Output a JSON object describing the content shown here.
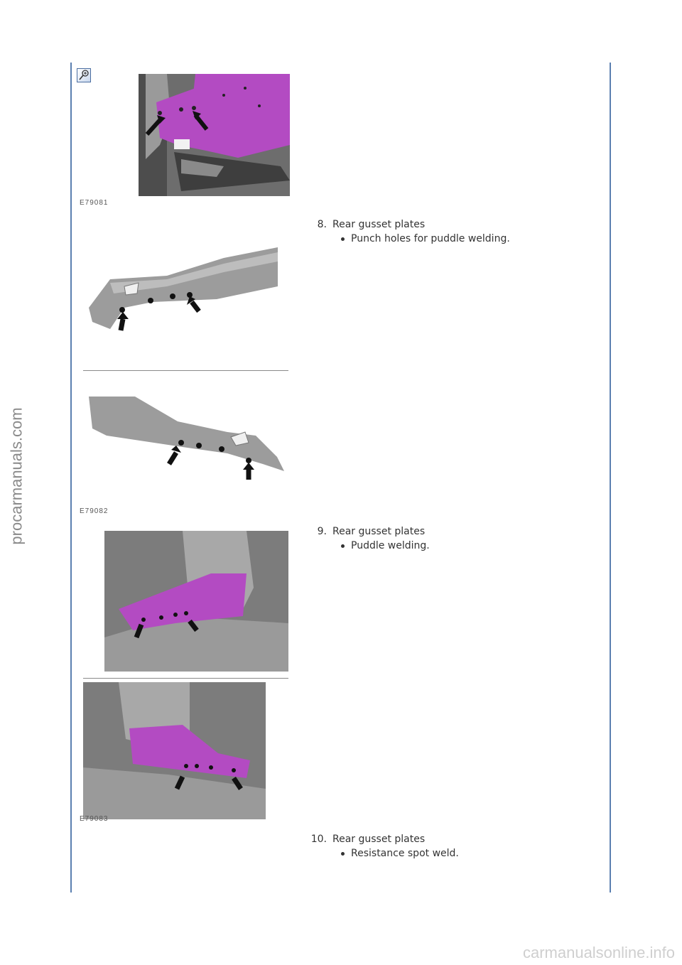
{
  "watermarks": {
    "side": "procarmanuals.com",
    "bottom": "carmanualsonline.info"
  },
  "figures": {
    "fig1": {
      "caption": "E79081"
    },
    "fig2": {
      "caption": "E79082"
    },
    "fig3": {
      "caption": "E79083"
    }
  },
  "steps": [
    {
      "number": "8.",
      "title": "Rear gusset plates",
      "bullet": "Punch holes for puddle welding."
    },
    {
      "number": "9.",
      "title": "Rear gusset plates",
      "bullet": "Puddle welding."
    },
    {
      "number": "10.",
      "title": "Rear gusset plates",
      "bullet": "Resistance spot weld."
    }
  ],
  "colors": {
    "highlight": "#b34bc2",
    "rule": "#5b7fb0"
  }
}
